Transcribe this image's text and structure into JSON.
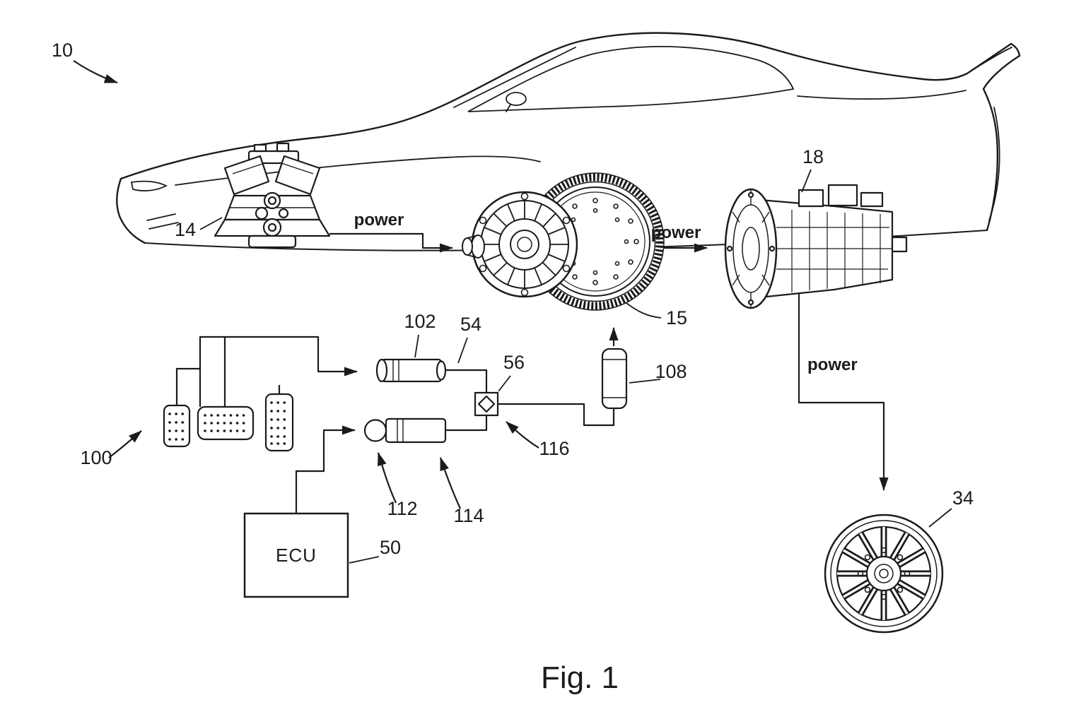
{
  "figure": {
    "caption": "Fig. 1",
    "ecu_label": "ECU",
    "power_labels": {
      "engine_to_clutch": "power",
      "clutch_to_transmission": "power",
      "transmission_to_wheel": "power"
    },
    "ref_labels": {
      "vehicle": "10",
      "engine": "14",
      "clutch": "15",
      "transmission": "18",
      "wheel": "34",
      "ecu": "50",
      "conduit54": "54",
      "valve": "56",
      "pedals": "100",
      "master_cylinder": "102",
      "accumulator": "108",
      "sensor": "112",
      "slave_cylinder": "114",
      "conduit116": "116"
    },
    "colors": {
      "ink": "#1b1b1b",
      "background": "#ffffff"
    }
  }
}
